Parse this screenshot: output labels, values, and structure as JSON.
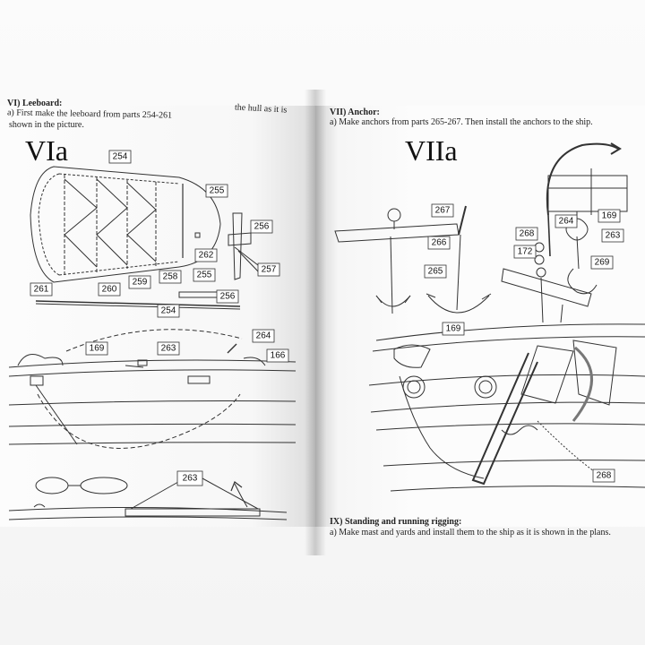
{
  "left": {
    "section_title": "VI) Leeboard:",
    "instruction_start": "a) First make the leeboard from parts 254-261",
    "instruction_end": "the hull as it is",
    "instruction_line2": "shown in the picture.",
    "figure_title": "VIa",
    "labels": {
      "p254a": "254",
      "p255a": "255",
      "p256a": "256",
      "p262": "262",
      "p257": "257",
      "p261": "261",
      "p260": "260",
      "p259": "259",
      "p258": "258",
      "p255b": "255",
      "p256b": "256",
      "p254b": "254",
      "p169": "169",
      "p263a": "263",
      "p264": "264",
      "p166": "166",
      "p263b": "263"
    }
  },
  "right": {
    "section_title": "VII) Anchor:",
    "instruction": "a) Make anchors from parts 265-267. Then install the anchors to the ship.",
    "figure_title": "VIIa",
    "labels": {
      "p267": "267",
      "p266": "266",
      "p265": "265",
      "p268a": "268",
      "p172": "172",
      "p264": "264",
      "p169a": "169",
      "p263": "263",
      "p269": "269",
      "p169b": "169",
      "p268b": "268"
    },
    "section2_title": "IX) Standing and running rigging:",
    "instruction2": "a) Make mast and yards and install them to the ship as it is shown in the plans."
  }
}
